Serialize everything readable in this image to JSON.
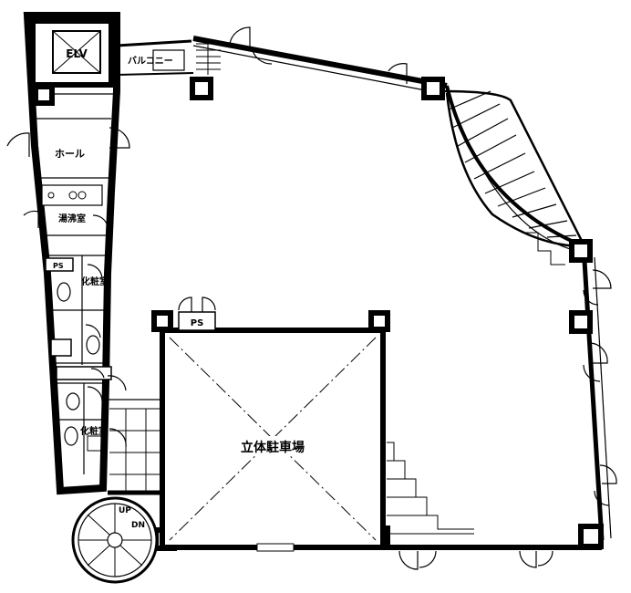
{
  "labels": {
    "elevator": "ELV",
    "balcony": "バルコニー",
    "hall": "ホール",
    "kitchenette": "湯沸室",
    "powder_room_1": "化粧室",
    "powder_room_2": "化粧室",
    "ps_main": "PS",
    "ps_small": "PS",
    "parking": "立体駐車場",
    "stair_up": "UP",
    "stair_dn": "DN"
  }
}
